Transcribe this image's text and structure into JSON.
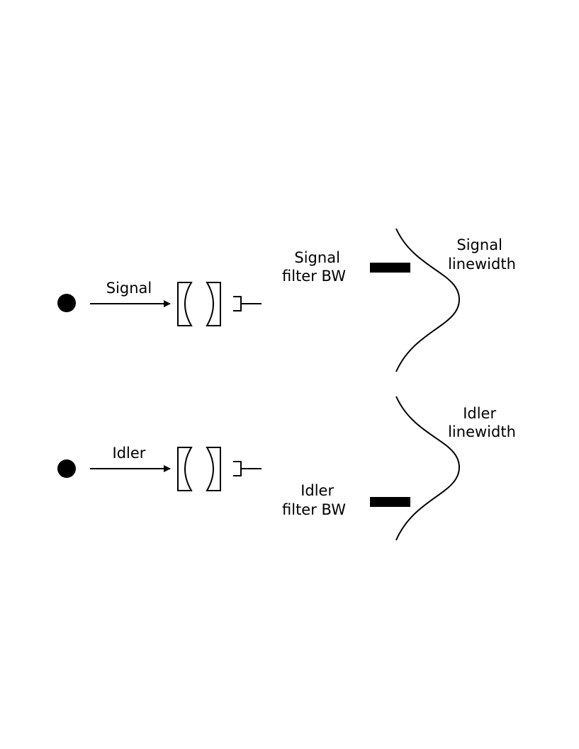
{
  "labels": {
    "signal_beam": "Signal",
    "idler_beam": "Idler",
    "signal_filter_bw": [
      "Signal",
      "filter BW"
    ],
    "idler_filter_bw": [
      "Idler",
      "filter BW"
    ],
    "signal_linewidth": [
      "Signal",
      "linewidth"
    ],
    "idler_linewidth": [
      "Idler",
      "linewidth"
    ]
  },
  "colors": {
    "ink": "#000000",
    "background": "#ffffff"
  },
  "icons": {
    "source": "filled-circle-icon",
    "filter": "curved-mirror-pair-icon",
    "detector": "detector-bracket-icon"
  }
}
